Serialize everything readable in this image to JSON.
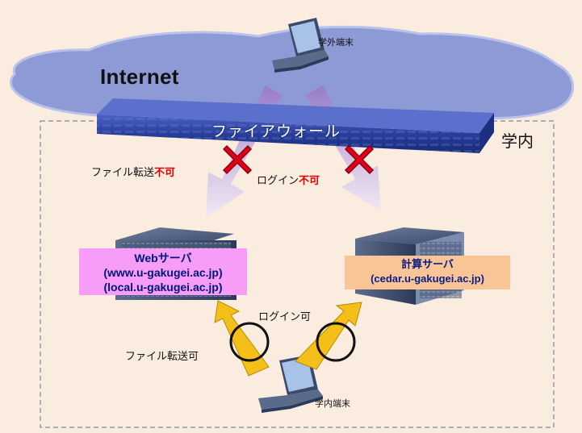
{
  "labels": {
    "internet": "Internet",
    "outside_terminal": "学外端末",
    "firewall": "ファイアウォール",
    "campus": "学内",
    "file_transfer_deny_prefix": "ファイル転送",
    "login_deny_prefix": "ログイン",
    "deny_suffix": "不可",
    "login_ok": "ログイン可",
    "file_transfer_ok": "ファイル転送可",
    "inside_terminal": "学内端末"
  },
  "web_server": {
    "title": "Webサーバ",
    "host1": "(www.u-gakugei.ac.jp)",
    "host2": "(local.u-gakugei.ac.jp)"
  },
  "compute_server": {
    "title": "計算サーバ",
    "host": "(cedar.u-gakugei.ac.jp)"
  },
  "colors": {
    "cloud": "#8d9ad6",
    "firewall": "#2a3f9a",
    "deny_x": "#e0001a",
    "allow_arrow": "#f5bf1a",
    "web_box": "#f79cf7",
    "compute_box": "#f9c596",
    "deny_text": "#e00000"
  }
}
